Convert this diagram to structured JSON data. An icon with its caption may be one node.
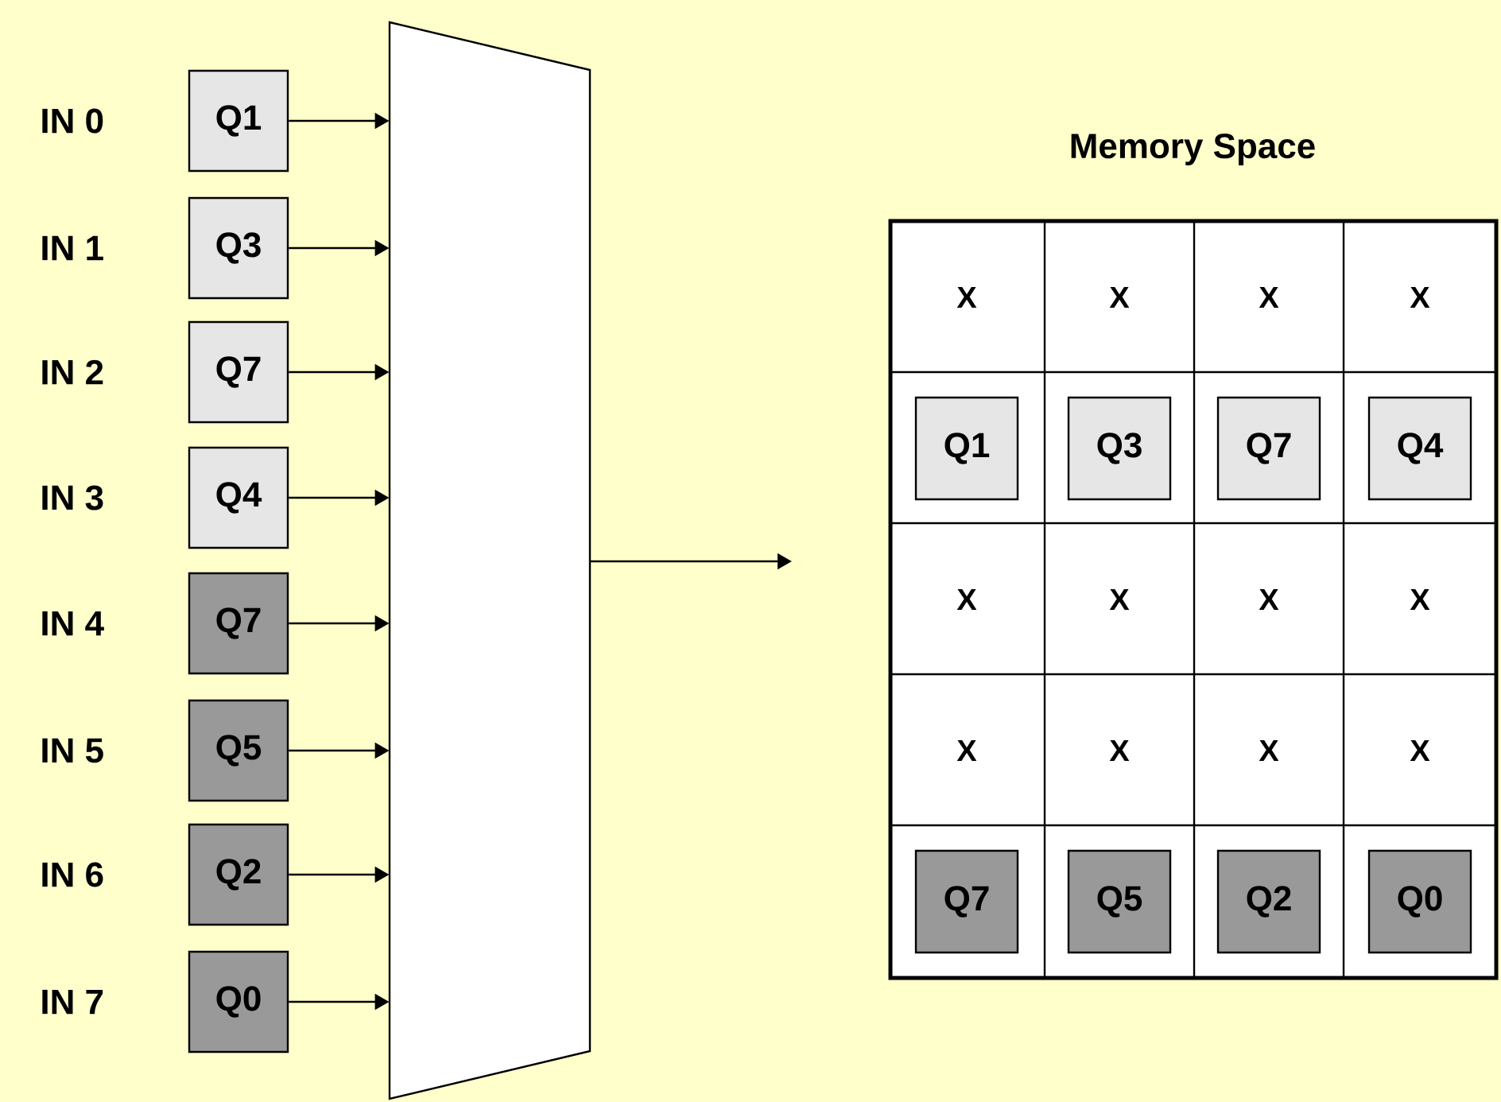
{
  "diagram": {
    "nodes": [
      {
        "text": [
          "Q1"
        ],
        "beside": [
          "IN 0"
        ]
      },
      {
        "text": [
          "Q3"
        ],
        "beside": [
          "IN 1"
        ]
      },
      {
        "text": [
          "Q7"
        ],
        "beside": [
          "IN 2"
        ]
      },
      {
        "text": [
          "Q4"
        ],
        "beside": [
          "IN 3"
        ]
      },
      {
        "text": [
          "Q7"
        ],
        "beside": [
          "IN 4"
        ]
      },
      {
        "text": [
          "Q5"
        ],
        "beside": [
          "IN 5"
        ]
      },
      {
        "text": [
          "Q2"
        ],
        "beside": [
          "IN 6"
        ]
      },
      {
        "text": [
          "Q0"
        ],
        "beside": [
          "IN 7"
        ]
      },
      {
        "text": [],
        "shape": "trapezoid"
      },
      {
        "text": [
          "Memory Space"
        ]
      },
      {
        "text": [
          "Q1"
        ],
        "in": 9
      },
      {
        "text": [
          "Q3"
        ],
        "in": 9
      },
      {
        "text": [
          "Q7"
        ],
        "in": 9
      },
      {
        "text": [
          "Q4"
        ],
        "in": 9
      },
      {
        "text": [
          "Q7"
        ],
        "in": 9
      },
      {
        "text": [
          "Q5"
        ],
        "in": 9
      },
      {
        "text": [
          "Q2"
        ],
        "in": 9
      },
      {
        "text": [
          "Q0"
        ],
        "in": 9
      }
    ],
    "edges": [
      {
        "from": 0,
        "to": 8,
        "arrow": "to"
      },
      {
        "from": 1,
        "to": 8,
        "arrow": "to"
      },
      {
        "from": 2,
        "to": 8,
        "arrow": "to"
      },
      {
        "from": 3,
        "to": 8,
        "arrow": "to"
      },
      {
        "from": 4,
        "to": 8,
        "arrow": "to"
      },
      {
        "from": 5,
        "to": 8,
        "arrow": "to"
      },
      {
        "from": 6,
        "to": 8,
        "arrow": "to"
      },
      {
        "from": 7,
        "to": 8,
        "arrow": "to"
      },
      {
        "from": 8,
        "to": null,
        "arrow": "to"
      }
    ],
    "labels": [
      "X",
      "X",
      "X",
      "X",
      "X",
      "X",
      "X",
      "X",
      "X",
      "X",
      "X",
      "X"
    ]
  }
}
